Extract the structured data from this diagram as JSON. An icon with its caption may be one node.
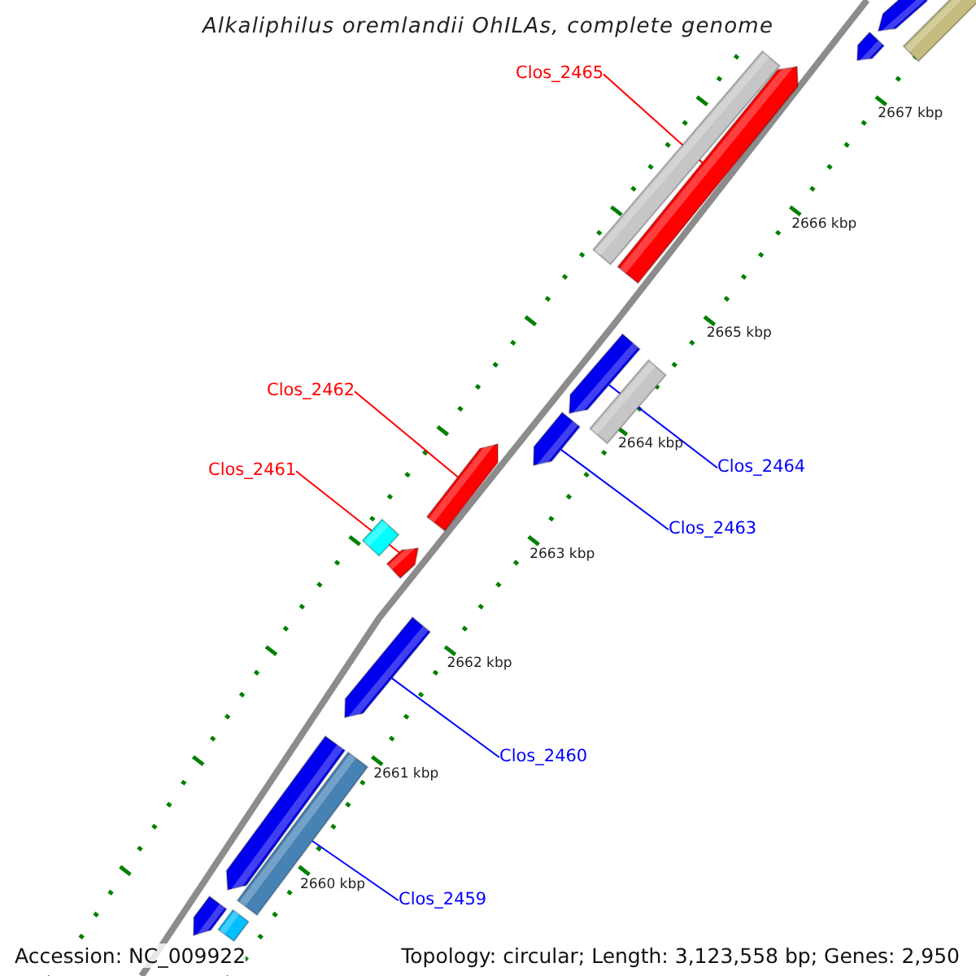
{
  "diagram": {
    "title": "Alkaliphilus oremlandii OhILAs, complete genome",
    "nodes": [
      {
        "text": [
          "Clos_2465"
        ]
      },
      {
        "text": [],
        "shape": "bar"
      },
      {
        "text": [],
        "shape": "arrow"
      },
      {
        "text": [],
        "shape": "arrow"
      },
      {
        "text": [],
        "shape": "bar"
      },
      {
        "text": [],
        "shape": "arrow"
      },
      {
        "text": [
          "Clos_2462"
        ]
      },
      {
        "text": [],
        "shape": "arrow"
      },
      {
        "text": [],
        "shape": "bar"
      },
      {
        "text": [
          "Clos_2464"
        ]
      },
      {
        "text": [],
        "shape": "arrow"
      },
      {
        "text": [],
        "shape": "arrow"
      },
      {
        "text": [
          "Clos_2461"
        ]
      },
      {
        "text": [
          "Clos_2463"
        ]
      },
      {
        "text": [],
        "shape": "bar"
      },
      {
        "text": [],
        "shape": "arrow"
      },
      {
        "text": [],
        "shape": "arrow"
      },
      {
        "text": [
          "Clos_2460"
        ]
      },
      {
        "text": [],
        "shape": "arrow"
      },
      {
        "text": [],
        "shape": "bar"
      },
      {
        "text": [
          "Clos_2459"
        ]
      },
      {
        "text": [],
        "shape": "arrow"
      },
      {
        "text": [],
        "shape": "bar"
      }
    ],
    "edges": [
      {
        "from": 0,
        "to": 5,
        "arrow": "none",
        "color": "#ff0000"
      },
      {
        "from": 6,
        "to": 10,
        "arrow": "none",
        "color": "#ff0000"
      },
      {
        "from": 12,
        "to": 15,
        "arrow": "none",
        "color": "#ff0000"
      },
      {
        "from": 9,
        "to": 7,
        "arrow": "none"
      },
      {
        "from": 13,
        "to": 11,
        "arrow": "none"
      },
      {
        "from": 17,
        "to": 16,
        "arrow": "none"
      },
      {
        "from": 20,
        "to": 19,
        "arrow": "none"
      }
    ],
    "labels": [
      "2667 kbp",
      "2666 kbp",
      "2665 kbp",
      "2664 kbp",
      "2663 kbp",
      "2662 kbp",
      "2661 kbp",
      "2660 kbp",
      "Accession: NC_009922",
      "Topology: circular; Length: 3,123,558 bp; Genes: 2,950"
    ]
  }
}
